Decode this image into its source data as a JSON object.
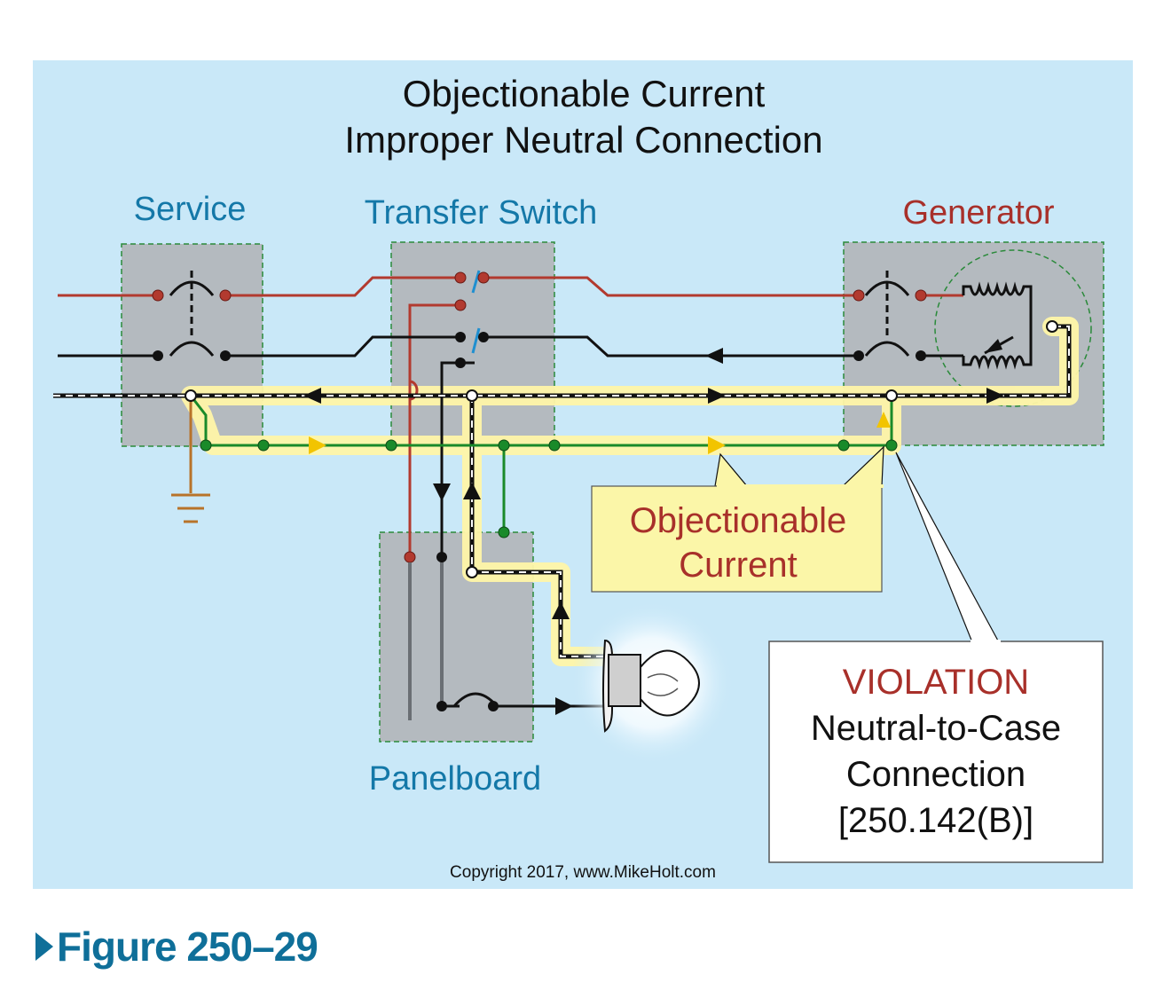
{
  "title": {
    "line1": "Objectionable Current",
    "line2": "Improper Neutral Connection"
  },
  "labels": {
    "service": "Service",
    "transfer_switch": "Transfer Switch",
    "generator": "Generator",
    "panelboard": "Panelboard"
  },
  "callout_current": {
    "line1": "Objectionable",
    "line2": "Current"
  },
  "callout_violation": {
    "heading": "VIOLATION",
    "line1": "Neutral-to-Case",
    "line2": "Connection",
    "line3": "[250.142(B)]"
  },
  "copyright": "Copyright 2017, www.MikeHolt.com",
  "figure_caption": "Figure 250–29",
  "colors": {
    "background": "#c9e8f8",
    "box_fill": "#b4babf",
    "hot_red": "#b23a2f",
    "hot_black": "#111111",
    "ground_green": "#1a8a2a",
    "earth_brown": "#b8732a",
    "blue_switch": "#1f8fd0",
    "current_highlight": "#fff6a8",
    "current_arrow": "#f2c400",
    "label_blue": "#1478a8",
    "label_red": "#a8302a",
    "caption_blue": "#0f6f99"
  },
  "icons": [
    "ground-symbol-icon",
    "light-bulb-icon",
    "generator-coil-icon",
    "breaker-icon"
  ]
}
